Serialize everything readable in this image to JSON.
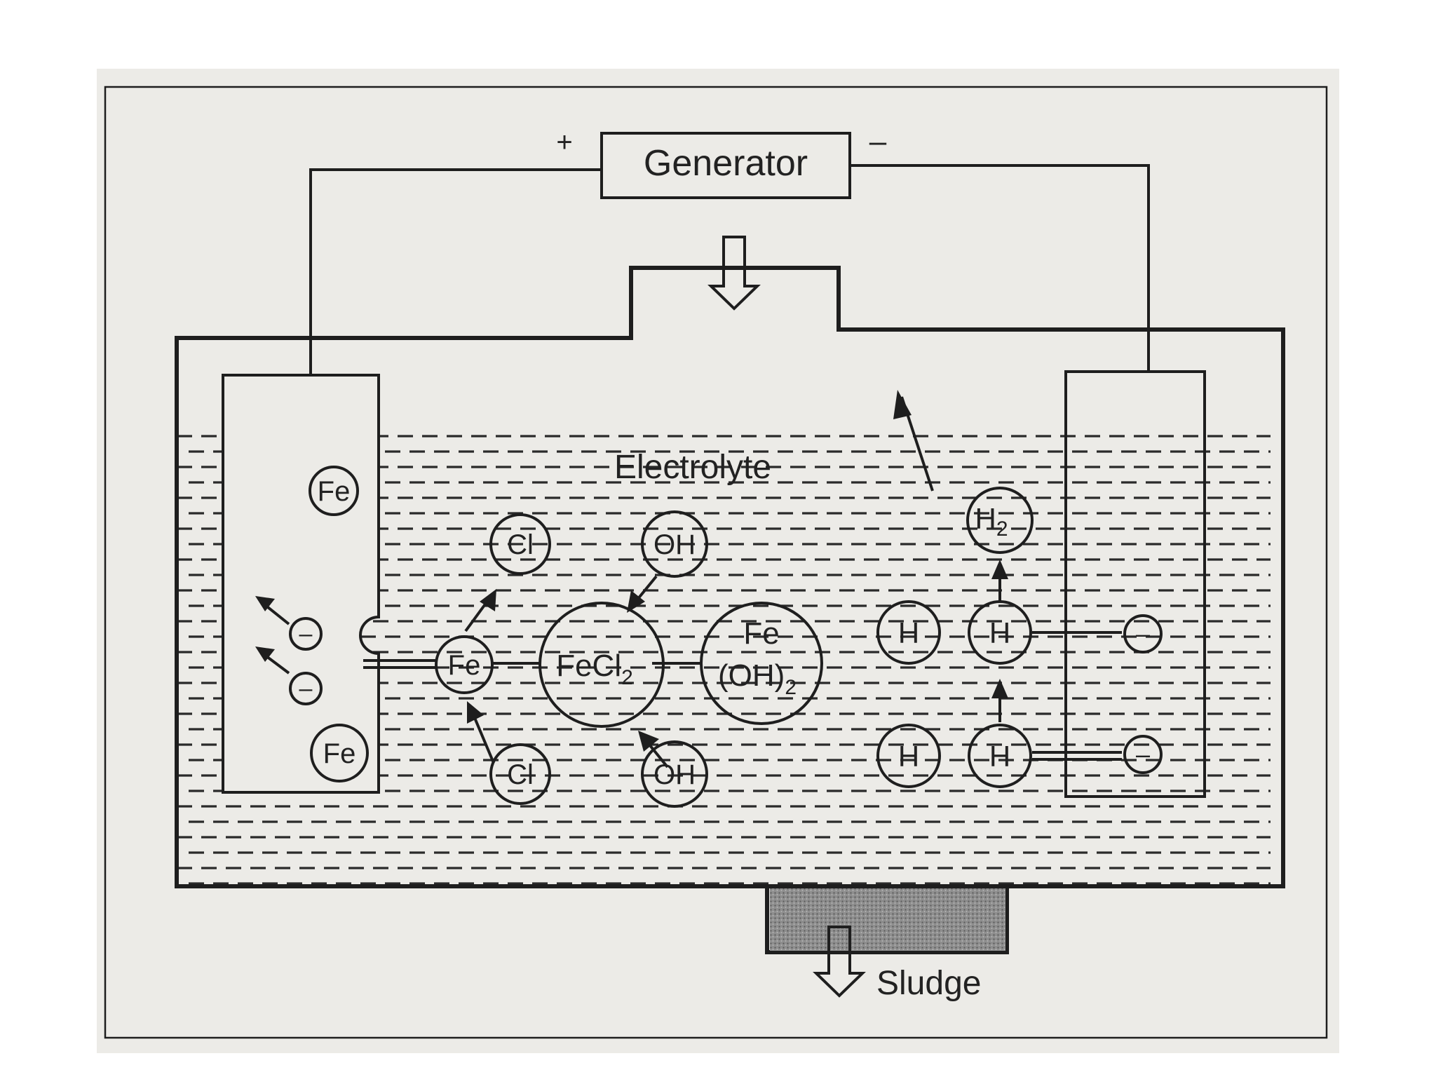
{
  "diagram": {
    "generator": {
      "label": "Generator",
      "plus": "+",
      "minus": "–"
    },
    "electrolyte_label": "Electrolyte",
    "sludge_label": "Sludge",
    "species": {
      "fe_top": "Fe",
      "fe_bottom": "Fe",
      "fe_center": "Fe",
      "cl_top": "Cl",
      "cl_bottom": "Cl",
      "oh_top": "OH",
      "oh_bottom": "OH",
      "fecl2_main": "FeCl",
      "fecl2_sub": "2",
      "feoh2_top": "Fe",
      "feoh2_main": "(OH)",
      "feoh2_sub": "2",
      "h2_main": "H",
      "h2_sub": "2",
      "h_left_top": "H",
      "h_right_top": "H",
      "h_left_bottom": "H",
      "h_right_bottom": "H",
      "electron_anode_1": "–",
      "electron_anode_2": "–",
      "electron_cathode_1": "–",
      "electron_cathode_2": "–"
    }
  }
}
